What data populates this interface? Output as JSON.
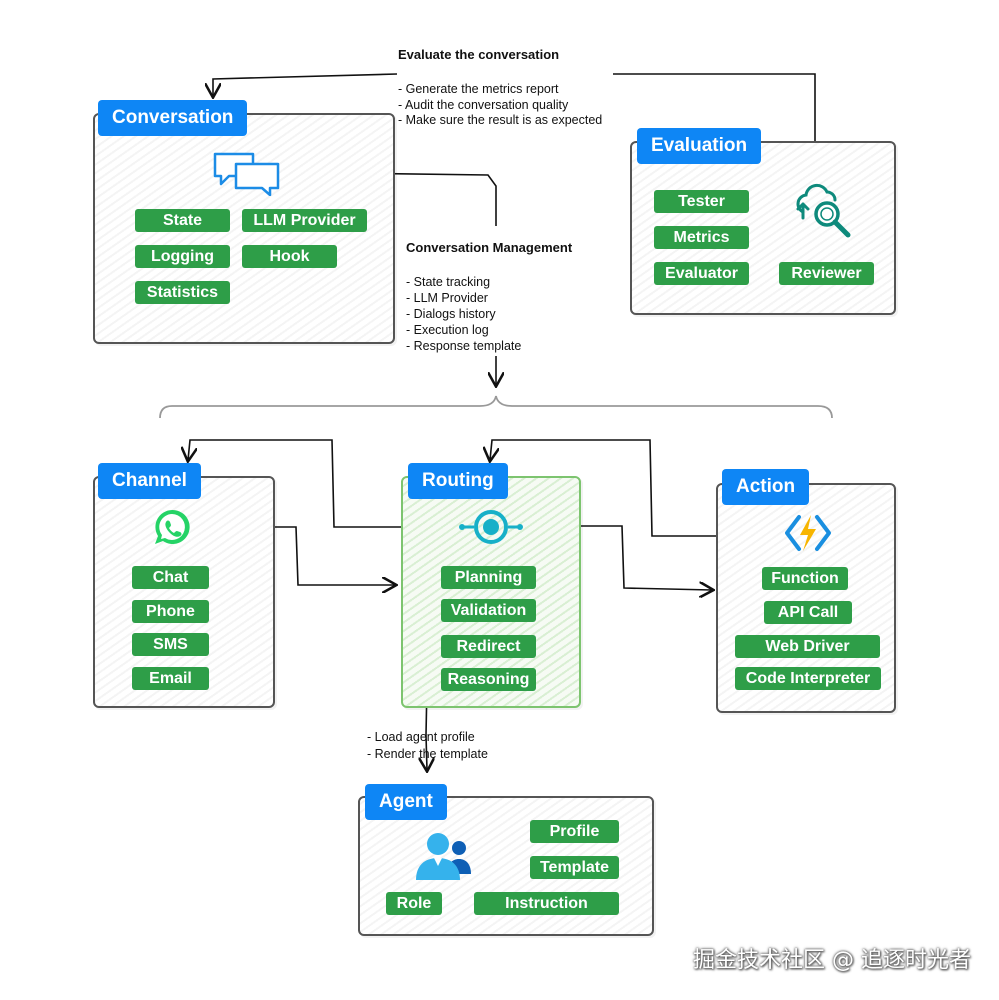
{
  "evaluate_note": {
    "title": "Evaluate the conversation",
    "items": [
      "- Generate the metrics report",
      "- Audit the conversation quality",
      "- Make sure the result is as expected"
    ]
  },
  "management_note": {
    "title": "Conversation Management",
    "items": [
      "- State tracking",
      "- LLM Provider",
      "- Dialogs history",
      "- Execution log",
      "- Response template"
    ]
  },
  "agent_note": {
    "items": [
      "- Load agent profile",
      "- Render the template"
    ]
  },
  "conversation": {
    "title": "Conversation",
    "chips": [
      "State",
      "LLM Provider",
      "Logging",
      "Hook",
      "Statistics"
    ]
  },
  "evaluation": {
    "title": "Evaluation",
    "chips": [
      "Tester",
      "Metrics",
      "Evaluator",
      "Reviewer"
    ]
  },
  "channel": {
    "title": "Channel",
    "chips": [
      "Chat",
      "Phone",
      "SMS",
      "Email"
    ]
  },
  "routing": {
    "title": "Routing",
    "chips": [
      "Planning",
      "Validation",
      "Redirect",
      "Reasoning"
    ]
  },
  "action": {
    "title": "Action",
    "chips": [
      "Function",
      "API Call",
      "Web Driver",
      "Code Interpreter"
    ]
  },
  "agent": {
    "title": "Agent",
    "chips": [
      "Profile",
      "Template",
      "Role",
      "Instruction"
    ]
  },
  "watermark": "掘金技术社区 @ 追逐时光者",
  "colors": {
    "title_blue": "#0e86f5",
    "chip_green": "#2e9e48",
    "routing_border": "#7dc46f"
  }
}
